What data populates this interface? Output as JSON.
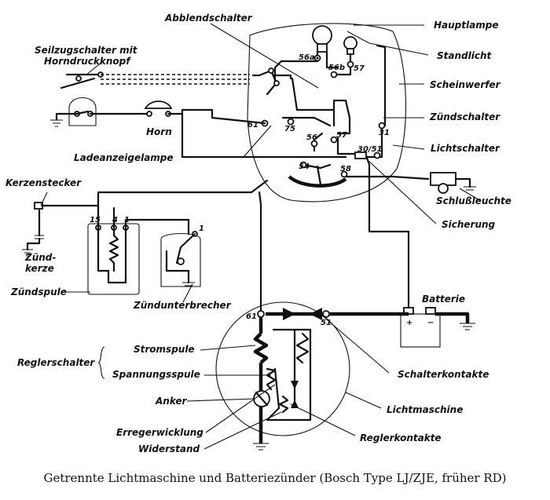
{
  "labels": {
    "abblendschalter": "Abblendschalter",
    "hauptlampe": "Hauptlampe",
    "seilzugschalter_1": "Seilzugschalter mit",
    "seilzugschalter_2": "Horndruckknopf",
    "standlicht": "Standlicht",
    "scheinwerfer": "Scheinwerfer",
    "zuendschalter": "Zündschalter",
    "horn": "Horn",
    "lichtschalter": "Lichtschalter",
    "ladeanzeigelampe": "Ladeanzeigelampe",
    "kerzenstecker": "Kerzenstecker",
    "schlussleuchte": "Schlußleuchte",
    "sicherung": "Sicherung",
    "zuendkerze_1": "Zünd-",
    "zuendkerze_2": "kerze",
    "zuendspule": "Zündspule",
    "zuendunterbrecher": "Zündunterbrecher",
    "batterie": "Batterie",
    "stromspule": "Stromspule",
    "reglerschalter": "Reglerschalter",
    "spannungsspule": "Spannungsspule",
    "schalterkontakte": "Schalterkontakte",
    "anker": "Anker",
    "lichtmaschine": "Lichtmaschine",
    "erregerwicklung": "Erregerwicklung",
    "reglerkontakte": "Reglerkontakte",
    "widerstand": "Widerstand"
  },
  "terminals": {
    "t56a": "56a",
    "t56b": "56b",
    "t57_top": "57",
    "t61_top": "61",
    "t75": "75",
    "t31": "31",
    "t56": "56",
    "t57_mid": "57",
    "t30_51": "30/51",
    "t54": "54",
    "t58": "58",
    "t15": "15",
    "t4": "4",
    "t1_coil": "1",
    "t1_breaker": "1",
    "t61_gen": "61",
    "t51_gen": "51",
    "plus": "+",
    "minus": "−"
  },
  "caption": "Getrennte Lichtmaschine und Batteriezünder (Bosch Type LJ/ZJE, früher RD)"
}
